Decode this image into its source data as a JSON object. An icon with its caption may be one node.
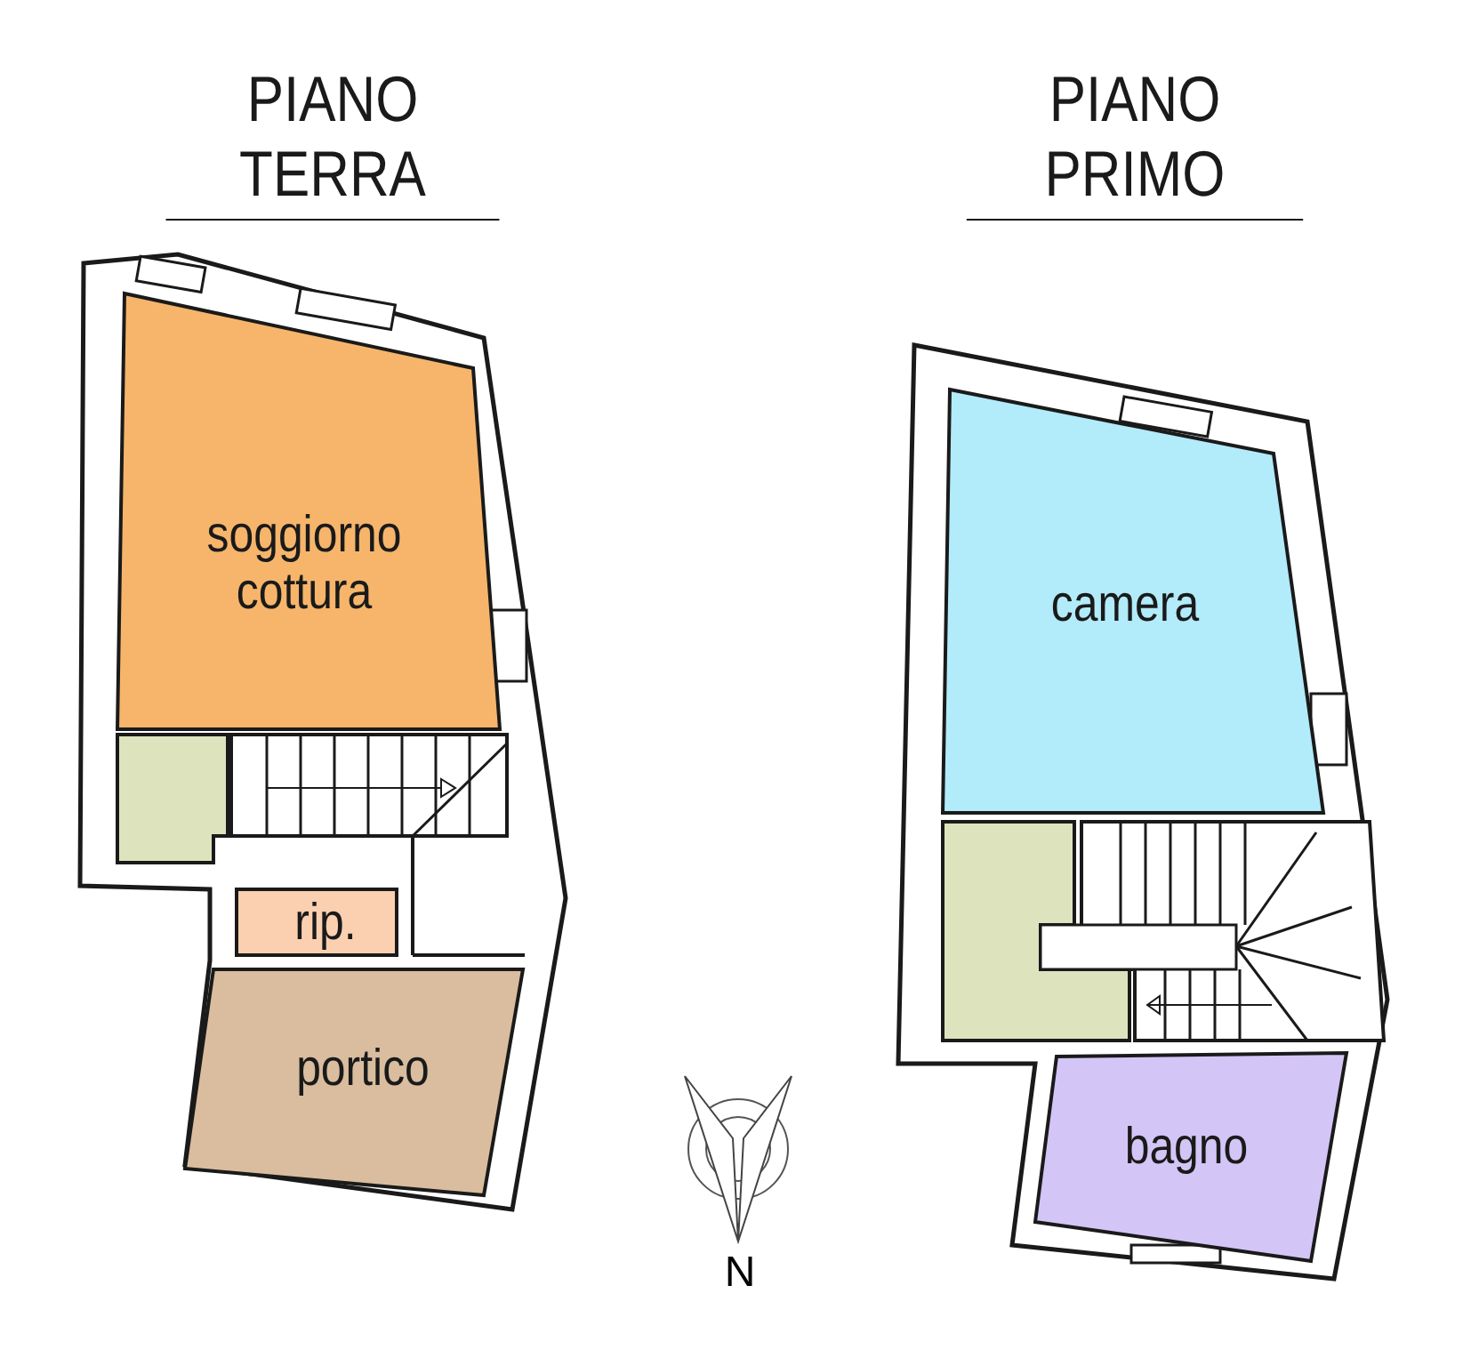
{
  "diagram": {
    "nodes": [
      {
        "text": [
          "soggiorno cottura"
        ]
      },
      {
        "text": [
          "rip."
        ]
      },
      {
        "text": [
          "portico"
        ]
      },
      {
        "text": [
          "camera"
        ]
      },
      {
        "text": [
          "bagno"
        ]
      }
    ],
    "labels": [
      "PIANO TERRA",
      "PIANO PRIMO",
      "N"
    ]
  }
}
